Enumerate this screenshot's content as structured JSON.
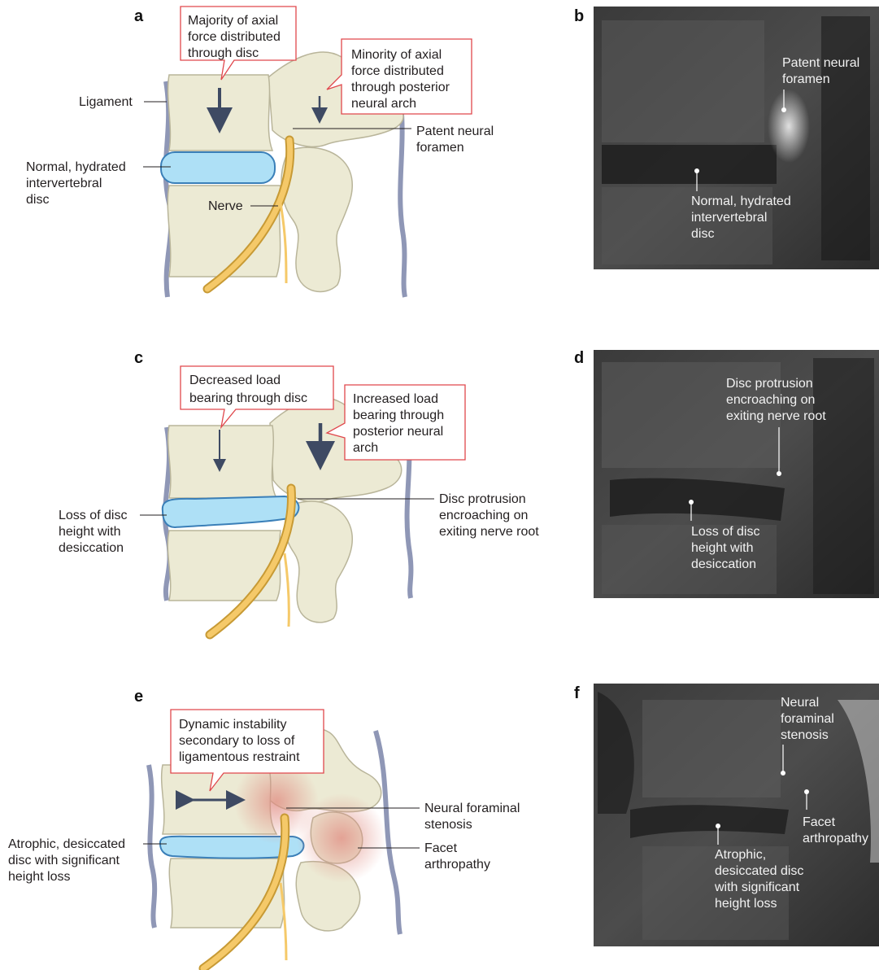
{
  "colors": {
    "bone": "#ecead4",
    "bone_stroke": "#b9b59a",
    "disc": "#aee0f6",
    "disc_stroke": "#3a7fb8",
    "nerve": "#f5c969",
    "nerve_stroke": "#c79a35",
    "ligament": "#8f97b6",
    "arrow": "#3e4a63",
    "box_border": "#e0474c",
    "inflammation": "#e9a79d"
  },
  "panels": {
    "a": {
      "letter": "a",
      "callout_left": [
        "Majority of axial",
        "force distributed",
        "through disc"
      ],
      "callout_right": [
        "Minority of axial",
        "force distributed",
        "through posterior",
        "neural arch"
      ],
      "ligament": "Ligament",
      "disc": [
        "Normal, hydrated",
        "intervertebral",
        "disc"
      ],
      "nerve": "Nerve",
      "foramen": [
        "Patent neural",
        "foramen"
      ]
    },
    "b": {
      "letter": "b",
      "foramen": [
        "Patent neural",
        "foramen"
      ],
      "disc": [
        "Normal, hydrated",
        "intervertebral",
        "disc"
      ]
    },
    "c": {
      "letter": "c",
      "callout_left": [
        "Decreased load",
        "bearing through disc"
      ],
      "callout_right": [
        "Increased load",
        "bearing through",
        "posterior neural",
        "arch"
      ],
      "disc": [
        "Loss of disc",
        "height with",
        "desiccation"
      ],
      "protrusion": [
        "Disc protrusion",
        "encroaching on",
        "exiting nerve root"
      ]
    },
    "d": {
      "letter": "d",
      "protrusion": [
        "Disc protrusion",
        "encroaching on",
        "exiting nerve root"
      ],
      "disc": [
        "Loss of disc",
        "height with",
        "desiccation"
      ]
    },
    "e": {
      "letter": "e",
      "callout": [
        "Dynamic instability",
        "secondary to loss of",
        "ligamentous restraint"
      ],
      "disc": [
        "Atrophic, desiccated",
        "disc with significant",
        "height loss"
      ],
      "stenosis": [
        "Neural foraminal",
        "stenosis"
      ],
      "facet": [
        "Facet",
        "arthropathy"
      ]
    },
    "f": {
      "letter": "f",
      "stenosis": [
        "Neural",
        "foraminal",
        "stenosis"
      ],
      "facet": [
        "Facet",
        "arthropathy"
      ],
      "disc": [
        "Atrophic,",
        "desiccated disc",
        "with significant",
        "height loss"
      ]
    }
  }
}
